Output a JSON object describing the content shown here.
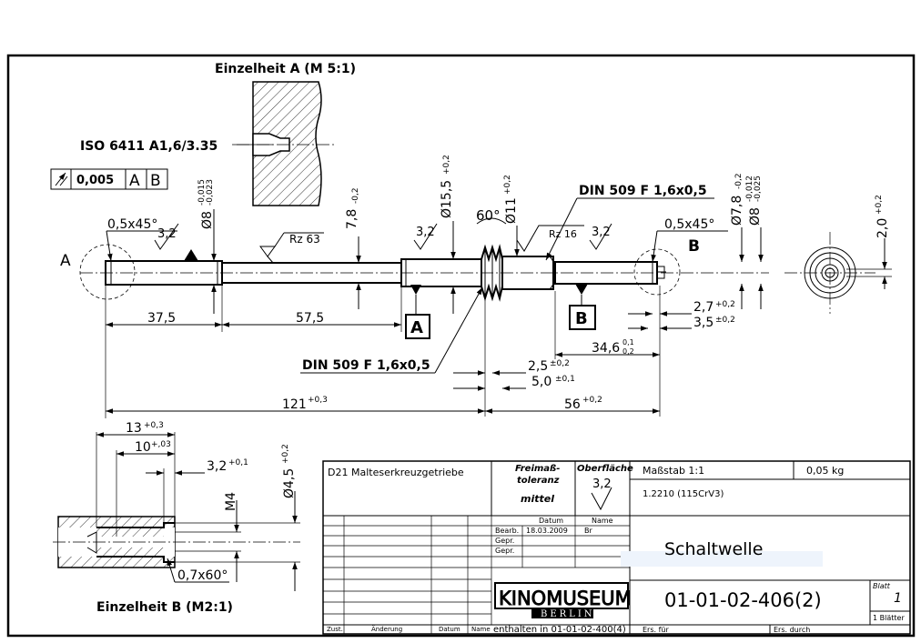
{
  "detail_a": {
    "title": "Einzelheit A (M 5:1)",
    "center_hole": "ISO 6411  A1,6/3.35"
  },
  "detail_b": {
    "title": "Einzelheit B (M2:1)",
    "dim_13": "13",
    "dim_13_tol": "+0,3",
    "dim_10": "10",
    "dim_10_tol": "+,03",
    "dim_3_2": "3,2",
    "dim_3_2_tol": "+0,1",
    "thread": "M4",
    "dia_4_5": "Ø4,5",
    "dia_4_5_tol": "+0,2",
    "chamfer": "0,7x60°"
  },
  "shaft": {
    "tol_value": "0,005",
    "datum_a": "A",
    "datum_b": "B",
    "chamfer_left": "0,5x45°",
    "chamfer_right": "0,5x45°",
    "rough_3_2": "3,2",
    "rz63": "Rz 63",
    "rz16": "Rz 16",
    "dia_8_left": "Ø8",
    "dia_8_left_tol_up": "-0,015",
    "dia_8_left_tol_lo": "-0,023",
    "dim_7_8_left": "7,8",
    "dim_7_8_left_tol": "-0,2",
    "dia_15_5": "Ø15,5",
    "dia_15_5_tol": "+0,2",
    "dia_11": "Ø11",
    "dia_11_tol": "+0,2",
    "angle_60": "60°",
    "din_top": "DIN 509 F 1,6x0,5",
    "din_bottom": "DIN 509 F 1,6x0,5",
    "dim_7_8_right": "Ø7,8",
    "dim_7_8_right_tol": "-0,2",
    "dia_8_right": "Ø8",
    "dia_8_right_tol_up": "-0,012",
    "dia_8_right_tol_lo": "-0,025",
    "dim_2_0": "2,0",
    "dim_2_0_tol": "+0,2",
    "label_a": "A",
    "label_b": "B",
    "box_a": "A",
    "box_b": "B",
    "dim_37_5": "37,5",
    "dim_57_5": "57,5",
    "dim_121": "121",
    "dim_121_tol": "+0,3",
    "dim_56": "56",
    "dim_56_tol": "+0,2",
    "dim_2_5": "2,5",
    "dim_2_5_tol": "±0,2",
    "dim_5_0": "5,0",
    "dim_5_0_tol": "±0,1",
    "dim_34_6": "34,6",
    "dim_34_6_tol_up": "0,1",
    "dim_34_6_tol_lo": "0,2",
    "dim_2_7": "2,7",
    "dim_2_7_tol": "+0,2",
    "dim_3_5": "3,5",
    "dim_3_5_tol": "±0,2"
  },
  "title_block": {
    "project": "D21 Malteserkreuzgetriebe",
    "freimass_1": "Freimaß-",
    "freimass_2": "toleranz",
    "freimass_3": "mittel",
    "oberflaeche": "Oberfläche",
    "oberflaeche_value": "3,2",
    "massstab": "Maßstab 1:1",
    "weight": "0,05 kg",
    "material": "1.2210     (115CrV3)",
    "col_datum": "Datum",
    "col_name": "Name",
    "bearb": "Bearb.",
    "bearb_date": "18.03.2009",
    "bearb_name": "Br",
    "gepr1": "Gepr.",
    "gepr2": "Gepr.",
    "part_name": "Schaltwelle",
    "logo_top": "KINOMUSEUM",
    "logo_bottom": "BERLIN",
    "drawing_number": "01-01-02-406(2)",
    "blatt_label": "Blatt",
    "blatt_value": "1",
    "blaetter": "1 Blätter",
    "zust": "Zust.",
    "aenderung": "Änderung",
    "datum": "Datum",
    "name": "Name",
    "enthalten": "enthalten in 01-01-02-400(4)",
    "ers_fuer": "Ers. für",
    "ers_durch": "Ers. durch"
  }
}
